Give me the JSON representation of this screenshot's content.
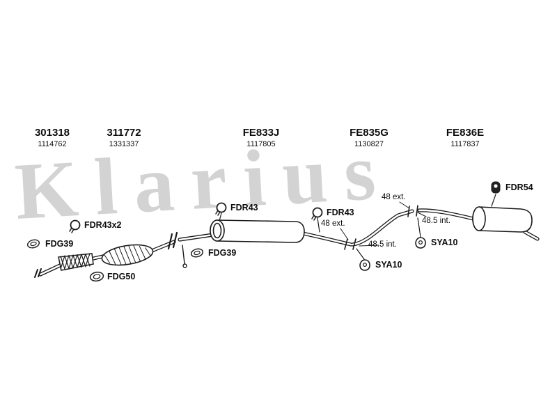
{
  "watermark": "Klarius",
  "header": [
    {
      "code": "301318",
      "ref": "1114762"
    },
    {
      "code": "311772",
      "ref": "1331337"
    },
    {
      "code": "FE833J",
      "ref": "1117805"
    },
    {
      "code": "FE835G",
      "ref": "1130827"
    },
    {
      "code": "FE836E",
      "ref": "1117837"
    }
  ],
  "annotations": {
    "fdr54": "FDR54",
    "fdr43_mid": "FDR43",
    "fdr43_right": "FDR43",
    "fdr43x2": "FDR43x2",
    "fdg39_left": "FDG39",
    "fdg39_mid": "FDG39",
    "fdg50": "FDG50",
    "sya10_upper": "SYA10",
    "sya10_lower": "SYA10",
    "dim_ext_mid": "48 ext.",
    "dim_ext_right": "48 ext.",
    "dim_int_mid": "48.5 int.",
    "dim_int_right": "48.5 int."
  },
  "colors": {
    "line": "#1a1a1a",
    "watermark": "#d3d3d3",
    "background": "#ffffff"
  }
}
